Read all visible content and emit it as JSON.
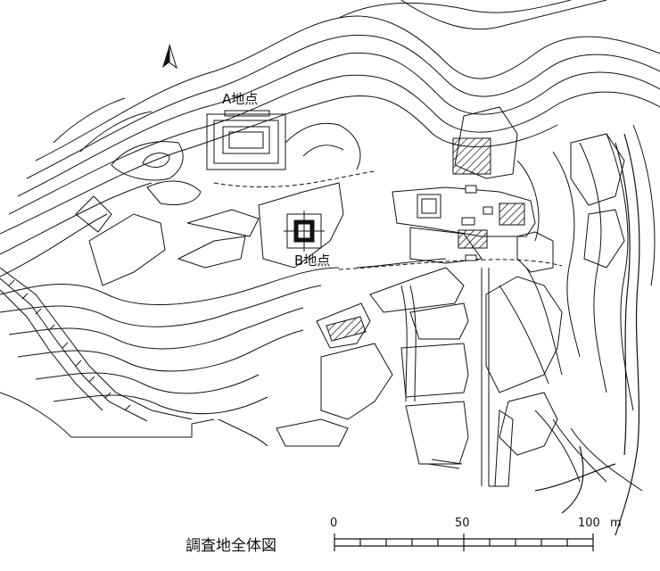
{
  "map": {
    "caption": "調査地全体図",
    "site_a_label": "A地点",
    "site_b_label": "B地点",
    "north_arrow": "north-arrow-icon",
    "scale": {
      "tick_0": "0",
      "tick_50": "50",
      "tick_100": "100",
      "unit": "m"
    },
    "colors": {
      "ink": "#111111",
      "paper": "#ffffff"
    }
  }
}
